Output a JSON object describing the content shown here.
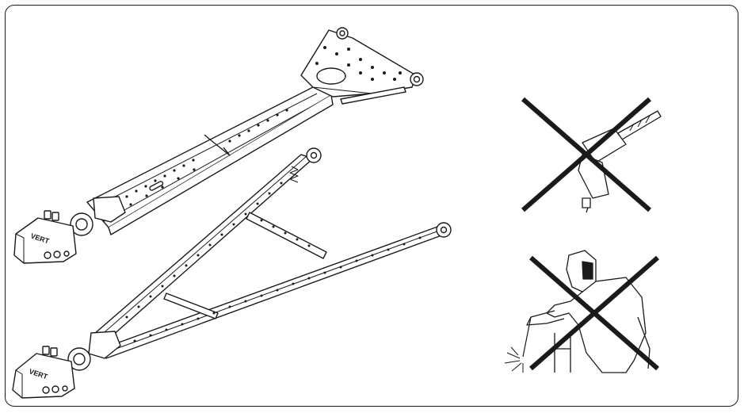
{
  "beam_top": {
    "logo_text": "VERT"
  },
  "beam_bottom": {
    "logo_text": "VERT"
  },
  "colors": {
    "line": "#1a1a1a",
    "fill": "#ffffff",
    "cross": "#1a1a1a"
  },
  "prohibitions": [
    {
      "name": "no-drilling",
      "icon": "drill-prohibited-icon"
    },
    {
      "name": "no-welding",
      "icon": "welding-prohibited-icon"
    }
  ]
}
